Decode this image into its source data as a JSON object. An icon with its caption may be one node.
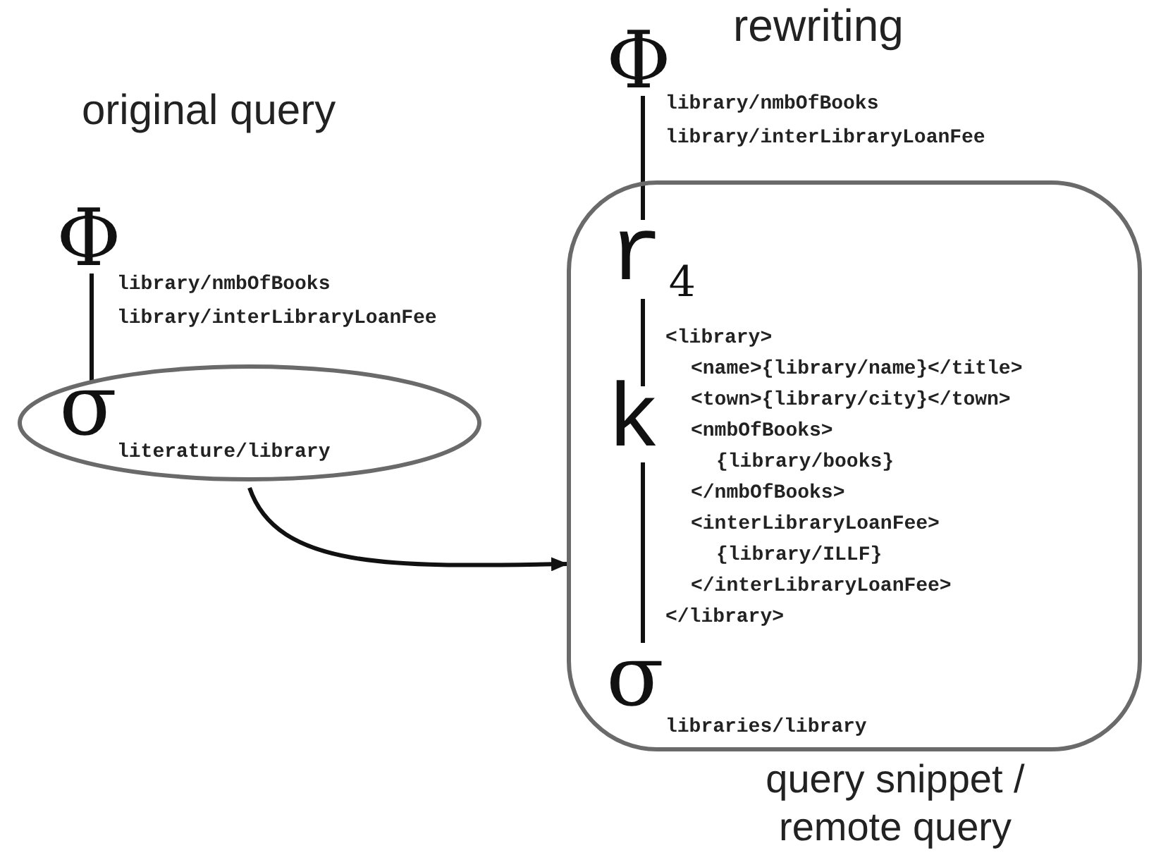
{
  "diagram": {
    "nodes": [
      {
        "text": [
          "Φ"
        ],
        "beside": [
          "library/nmbOfBooks",
          "library/interLibraryLoanFee"
        ]
      },
      {
        "text": [
          "σ",
          "literature/library"
        ]
      },
      {
        "text": [
          "Φ"
        ],
        "beside": [
          "library/nmbOfBooks",
          "library/interLibraryLoanFee"
        ]
      },
      {
        "text": [],
        "shape": "box",
        "beside": [
          "query snippet / remote query"
        ]
      },
      {
        "text": [
          "r$_{4}$"
        ],
        "in": 3
      },
      {
        "text": [
          "k"
        ],
        "in": 3,
        "beside": [
          "<library>",
          "<name>{library/name}</title>",
          "<town>{library/city}</town>",
          "<nmbOfBooks>",
          "{library/books}",
          "</nmbOfBooks>",
          "<interLibraryLoanFee>",
          "{library/ILLF}",
          "</interLibraryLoanFee>",
          "</library>"
        ]
      },
      {
        "text": [
          "σ"
        ],
        "in": 3,
        "beside": [
          "libraries/library"
        ]
      }
    ],
    "edges": [
      {
        "from": 0,
        "to": 1,
        "arrow": "none"
      },
      {
        "from": 2,
        "to": 4,
        "arrow": "none"
      },
      {
        "from": 4,
        "to": 5,
        "arrow": "none"
      },
      {
        "from": 5,
        "to": 6,
        "arrow": "none"
      },
      {
        "from": 1,
        "to": 3,
        "arrow": "to"
      }
    ],
    "labels": [
      "rewriting",
      "original query"
    ]
  }
}
